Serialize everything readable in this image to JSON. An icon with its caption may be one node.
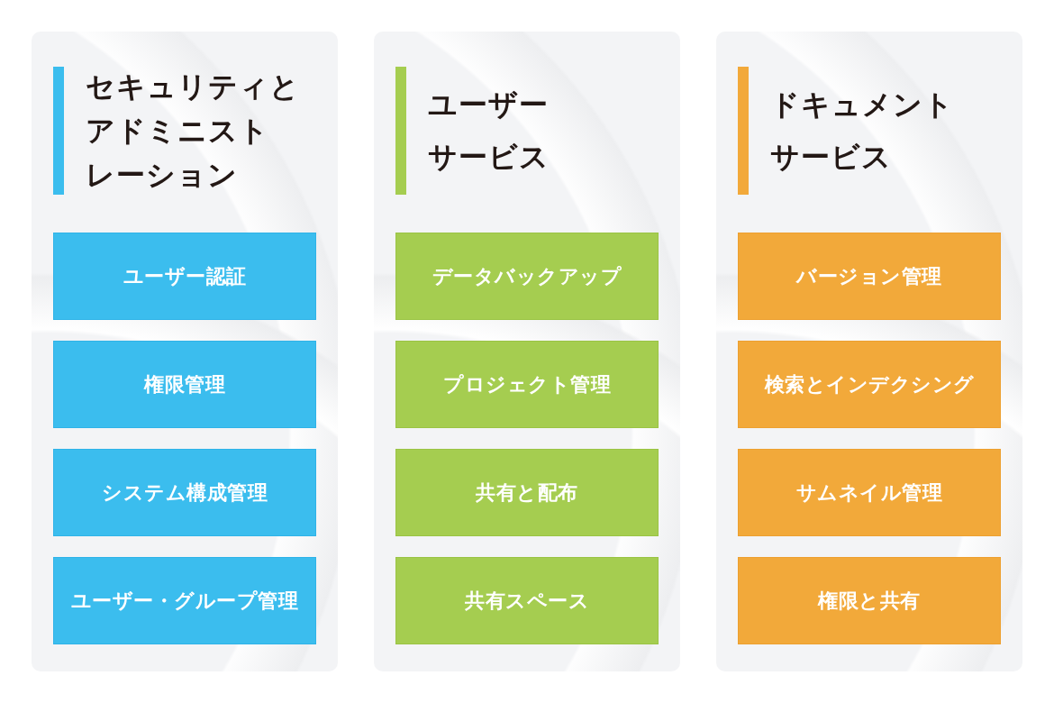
{
  "diagram": {
    "nodes": [
      {
        "text": [
          "セキュリティとアドミニストレーション"
        ]
      },
      {
        "text": [
          "ユーザー認証"
        ],
        "in": 0
      },
      {
        "text": [
          "権限管理"
        ],
        "in": 0
      },
      {
        "text": [
          "システム構成管理"
        ],
        "in": 0
      },
      {
        "text": [
          "ユーザー・グループ管理"
        ],
        "in": 0
      },
      {
        "text": [
          "ユーザーサービス"
        ]
      },
      {
        "text": [
          "データバックアップ"
        ],
        "in": 5
      },
      {
        "text": [
          "プロジェクト管理"
        ],
        "in": 5
      },
      {
        "text": [
          "共有と配布"
        ],
        "in": 5
      },
      {
        "text": [
          "共有スペース"
        ],
        "in": 5
      },
      {
        "text": [
          "ドキュメントサービス"
        ]
      },
      {
        "text": [
          "バージョン管理"
        ],
        "in": 10
      },
      {
        "text": [
          "検索とインデクシング"
        ],
        "in": 10
      },
      {
        "text": [
          "サムネイル管理"
        ],
        "in": 10
      },
      {
        "text": [
          "権限と共有"
        ],
        "in": 10
      }
    ]
  }
}
